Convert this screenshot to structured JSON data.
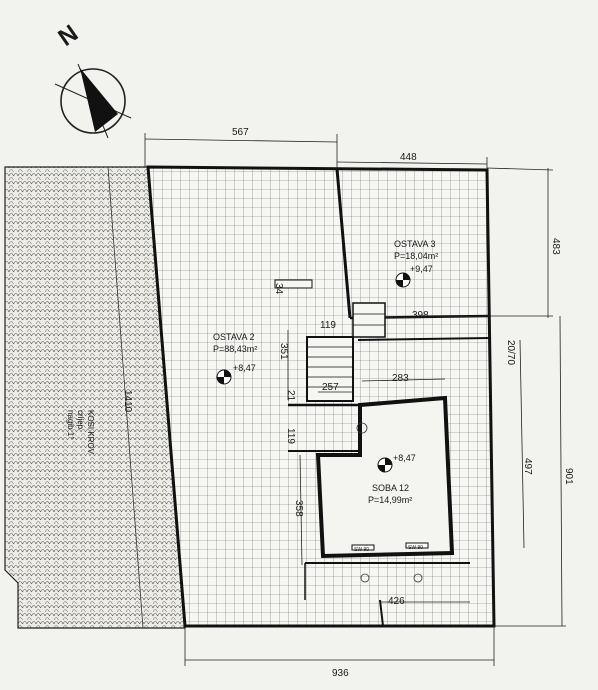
{
  "north": {
    "letter": "N"
  },
  "dimensions": {
    "top_left": "567",
    "top_right": "448",
    "right_upper": "483",
    "right_total": "901",
    "right_mid": "497",
    "inner_20070": "20/70",
    "bottom_total": "936",
    "bottom_inner": "426",
    "left_total": "1410",
    "stair_398": "398",
    "stair_119_top": "119",
    "stair_351": "351",
    "stair_21": "21",
    "stair_119_lower": "119",
    "stair_257": "257",
    "soba_283": "283",
    "soba_358": "358",
    "small_34": "34"
  },
  "rooms": {
    "ostava2": {
      "name": "OSTAVA 2",
      "area": "P=88,43m²",
      "level": "+8,47"
    },
    "ostava3": {
      "name": "OSTAVA 3",
      "area": "P=18,04m²",
      "level": "+9,47"
    },
    "soba12": {
      "name": "SOBA 12",
      "area": "P=14,99m²",
      "level": "+8,47"
    }
  },
  "roof": {
    "line1": "KOSI KROV",
    "line2": "crijep",
    "line3": "nagib 1°"
  },
  "windows": {
    "w1": "SW 90",
    "w2": "SW 90"
  }
}
